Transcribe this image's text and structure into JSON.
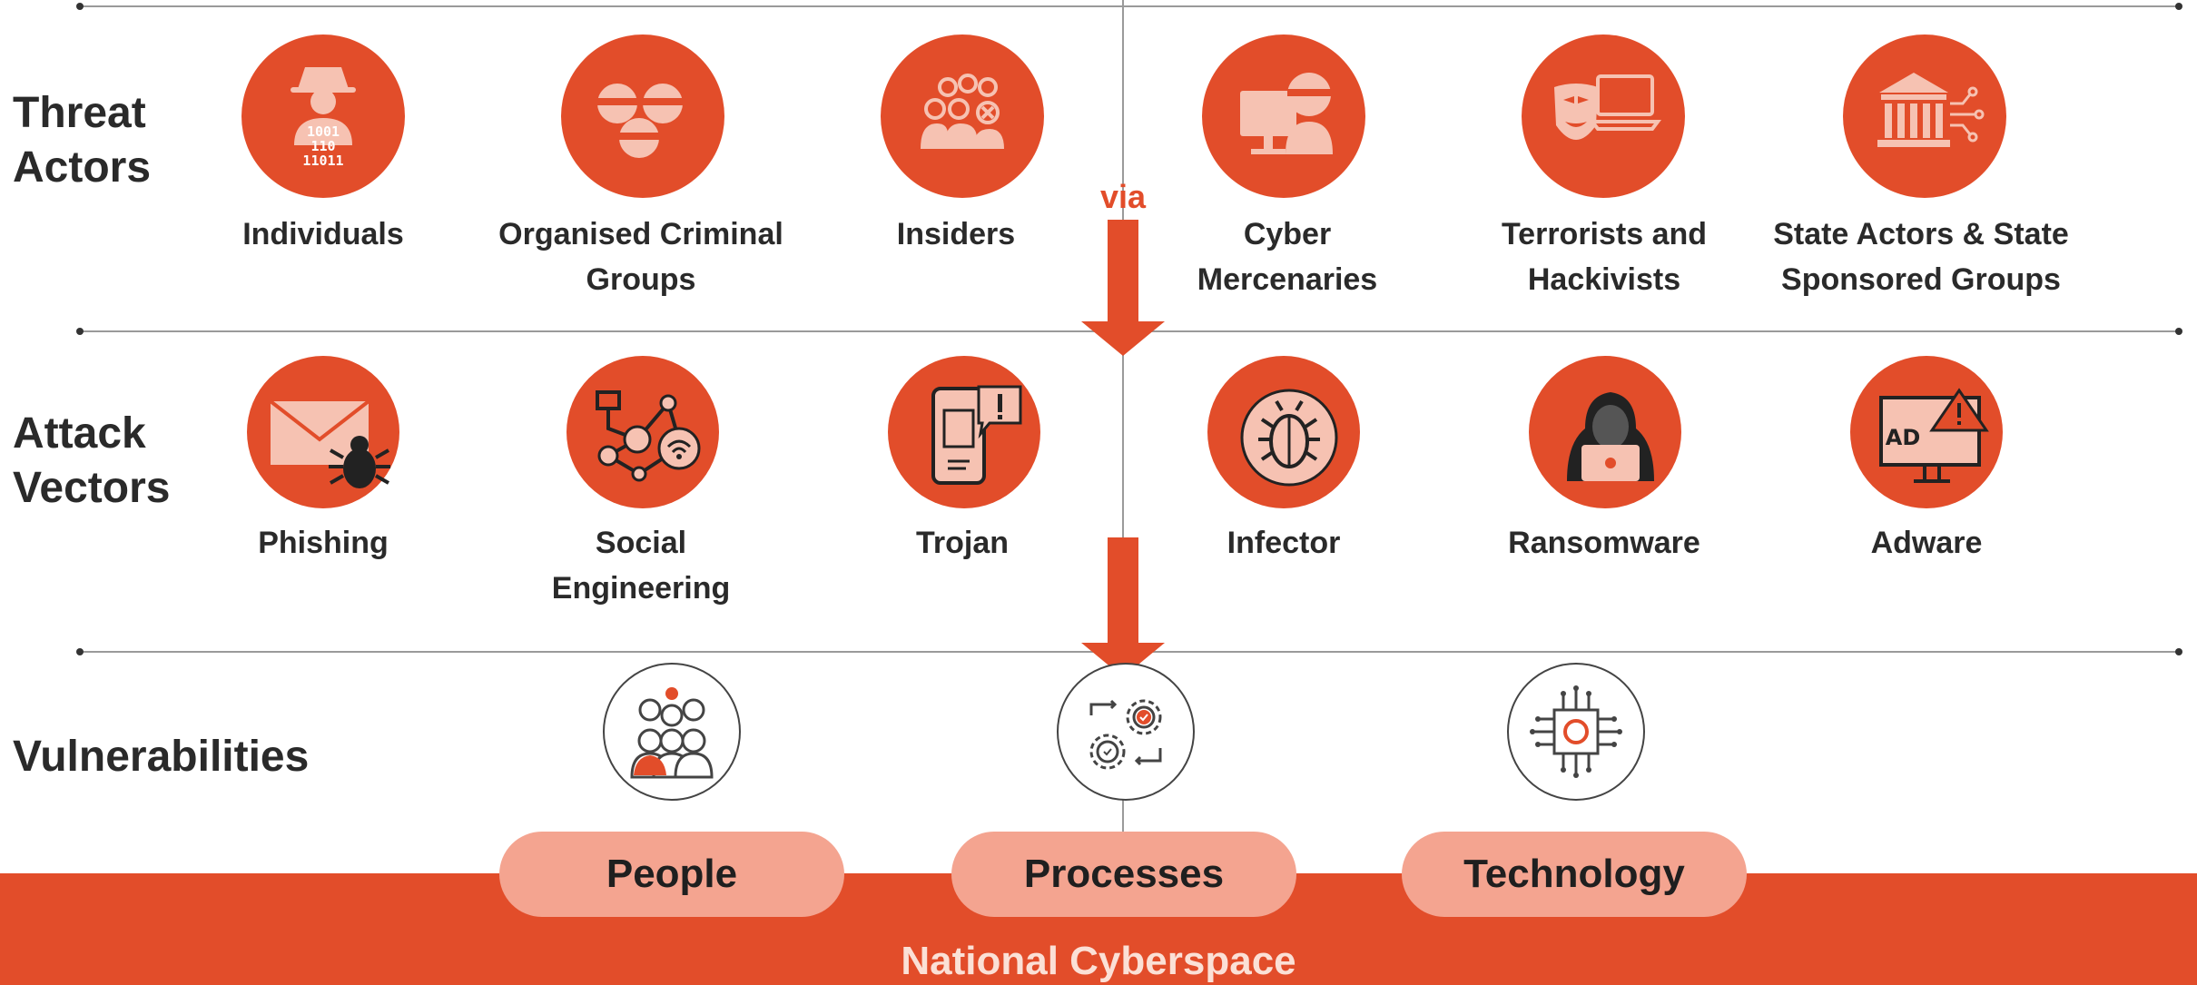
{
  "rows": {
    "threat_actors": {
      "label": "Threat\nActors",
      "items": [
        {
          "label": "Individuals",
          "icon": "hacker-binary-icon"
        },
        {
          "label": "Organised Criminal\nGroups",
          "icon": "masked-group-icon"
        },
        {
          "label": "Insiders",
          "icon": "insider-group-icon"
        },
        {
          "label": "Cyber\nMercenaries",
          "icon": "mercenary-computer-icon"
        },
        {
          "label": "Terrorists and\nHackivists",
          "icon": "mask-laptop-icon"
        },
        {
          "label": "State Actors & State\nSponsored Groups",
          "icon": "government-building-icon"
        }
      ]
    },
    "attack_vectors": {
      "label": "Attack\nVectors",
      "items": [
        {
          "label": "Phishing",
          "icon": "envelope-bug-icon"
        },
        {
          "label": "Social\nEngineering",
          "icon": "network-nodes-icon"
        },
        {
          "label": "Trojan",
          "icon": "phone-alert-icon"
        },
        {
          "label": "Infector",
          "icon": "bug-circle-icon"
        },
        {
          "label": "Ransomware",
          "icon": "hooded-hacker-laptop-icon"
        },
        {
          "label": "Adware",
          "icon": "ad-warning-monitor-icon"
        }
      ]
    },
    "vulnerabilities": {
      "label": "Vulnerabilities",
      "items": [
        {
          "label": "People",
          "icon": "people-group-icon"
        },
        {
          "label": "Processes",
          "icon": "gears-process-icon"
        },
        {
          "label": "Technology",
          "icon": "chip-circuit-icon"
        }
      ]
    }
  },
  "connector_label": "via",
  "foundation_label": "National Cyberspace",
  "colors": {
    "accent": "#e24d2a",
    "pill": "#f4a490",
    "foundation_text": "#fbe0d6",
    "line": "#9a9a9a"
  }
}
